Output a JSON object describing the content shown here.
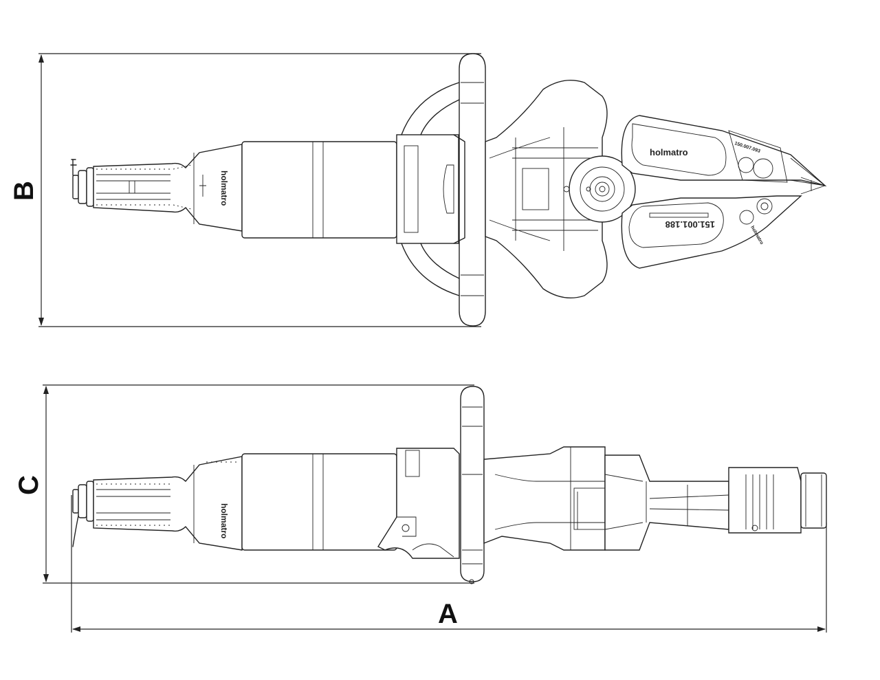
{
  "dimensions": {
    "length_label": "A",
    "width_label": "B",
    "height_label": "C"
  },
  "markings": {
    "brand": "holmatro",
    "blade_part_number": "151.001.188",
    "tip_part_number": "150.007.093"
  },
  "colors": {
    "line": "#222222",
    "background": "#ffffff"
  }
}
